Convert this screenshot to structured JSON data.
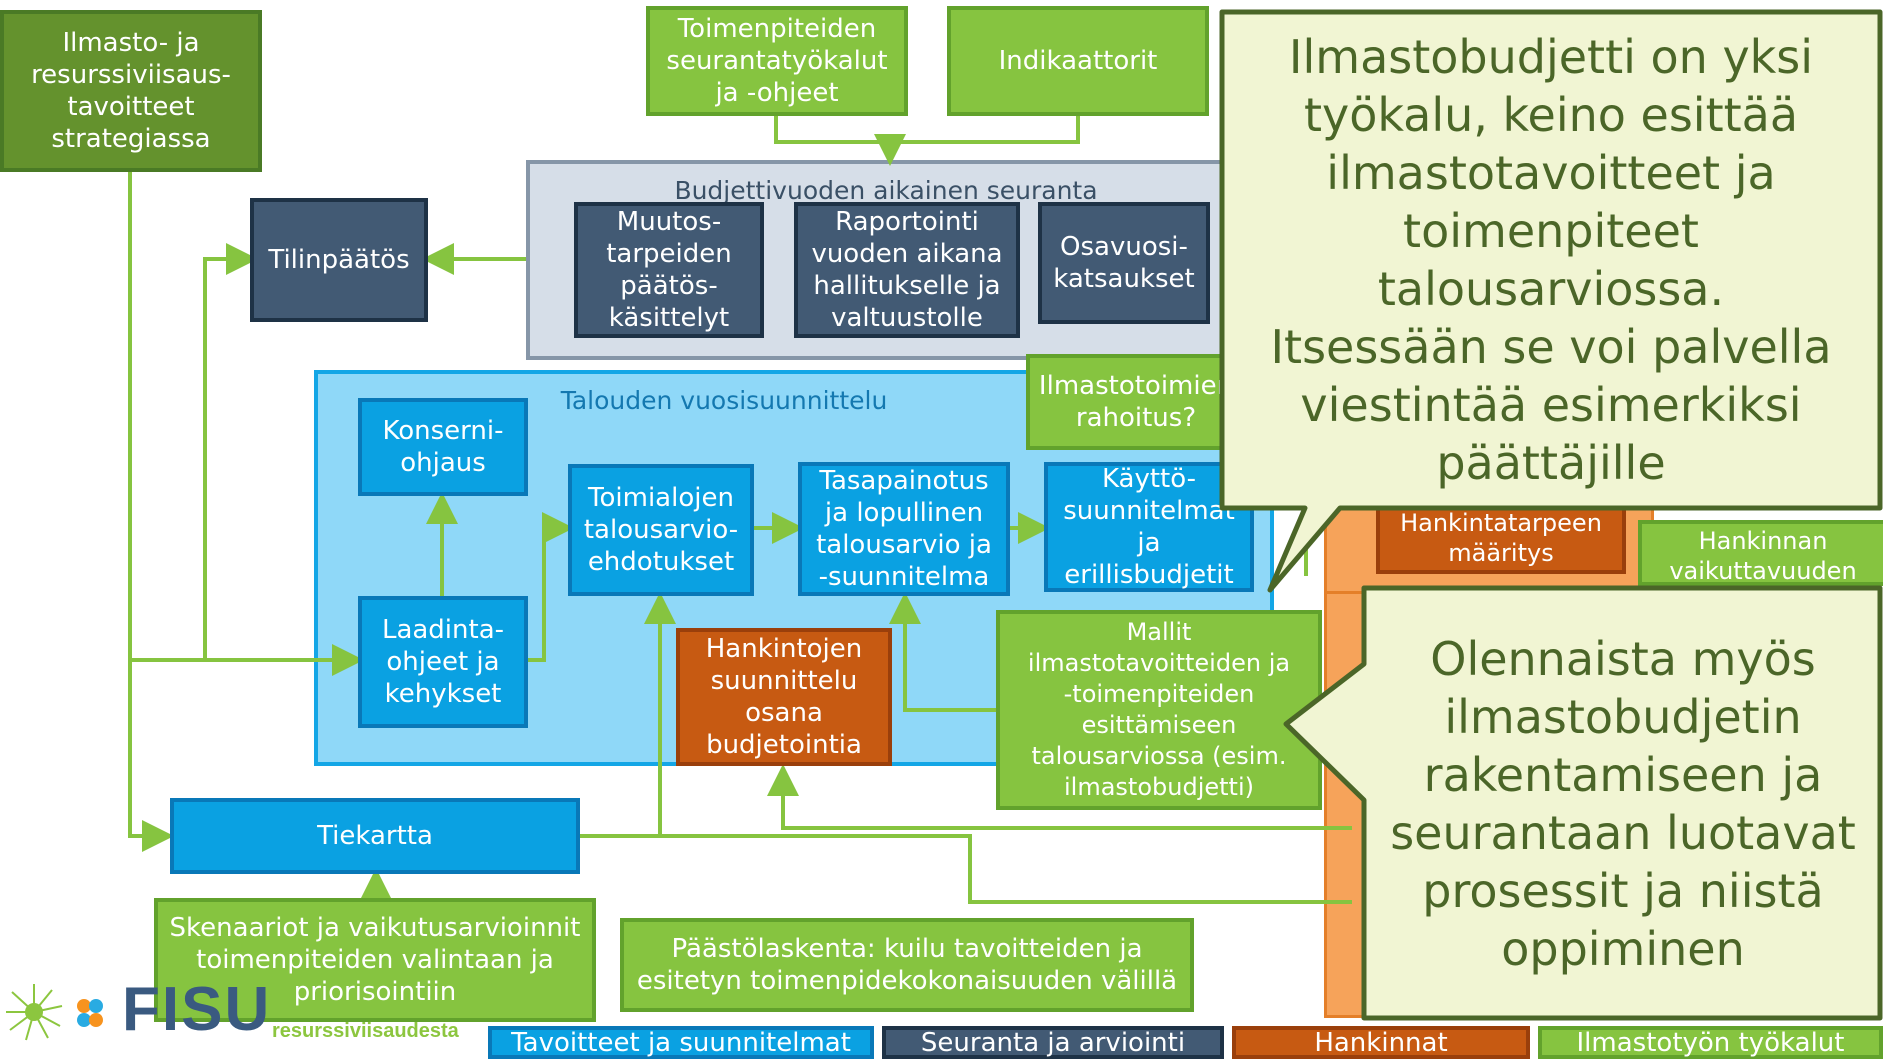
{
  "boxes": {
    "strategy": "Ilmasto- ja\nresurssiviisaus-\ntavoitteet\nstrategiassa",
    "tools": "Toimenpiteiden\nseurantatyökalut\nja -ohjeet",
    "indicators": "Indikaattorit",
    "financial_statement": "Tilinpäätös",
    "changes": "Muutos-\ntarpeiden\npäätös-\nkäsittelyt",
    "reporting": "Raportointi\nvuoden aikana\nhallitukselle ja\nvaltuustolle",
    "interim": "Osavuosi-\nkatsaukset",
    "climate_funding": "Ilmastotoimien\nrahoitus?",
    "group_steering": "Konserni-\nohjaus",
    "sector_proposals": "Toimialojen\ntalousarvio-\nehdotukset",
    "balancing": "Tasapainotus\nja lopullinen\ntalousarvio ja\n-suunnitelma",
    "operating_plans": "Käyttö-\nsuunnitelmat\nja\nerillisbudjetit",
    "guidelines": "Laadinta-\nohjeet ja\nkehykset",
    "procurement_planning": "Hankintojen\nsuunnittelu\nosana\nbudjetointia",
    "models": "Mallit\nilmastotavoitteiden ja\n-toimenpiteiden\nesittämiseen\ntalousarviossa (esim.\nilmastobudjetti)",
    "roadmap": "Tiekartta",
    "scenarios": "Skenaariot ja vaikutusarvioinnit\ntoimenpiteiden valintaan ja\npriorisointiin",
    "emissions": "Päästölaskenta: kuilu tavoitteiden ja\nesitetyn toimenpidekokonaisuuden välillä",
    "procurement_need": "Hankintatarpeen\nmääritys",
    "procurement_impact": "Hankinnan\nvaikuttavuuden"
  },
  "panels": {
    "monitoring_title": "Budjettivuoden aikainen seuranta",
    "planning_title": "Talouden vuosisuunnittelu"
  },
  "callouts": {
    "top": "Ilmastobudjetti on yksi\ntyökalu, keino esittää\nilmastotavoitteet ja\ntoimenpiteet talousarviossa.\nItsessään se voi palvella\nviestintää esimerkiksi\npäättäjille",
    "bottom": "Olennaista myös\nilmastobudjetin\nrakentamiseen ja\nseurantaan luotavat\nprosessit ja niistä\noppiminen"
  },
  "legend": {
    "goals": "Tavoitteet ja suunnitelmat",
    "monitoring": "Seuranta ja arviointi",
    "procurement": "Hankinnat",
    "climate_tools": "Ilmastotyön työkalut"
  },
  "logo": {
    "text": "FISU",
    "tagline": "resurssiviisaudesta"
  },
  "colors": {
    "dark_green": "#64922d",
    "light_green": "#86c440",
    "navy": "#425a74",
    "blue": "#0aa1e2",
    "rust": "#c75a12",
    "orange": "#f6a35a",
    "callout_fill": "#f1f5d3",
    "arrow_green": "#86c440"
  }
}
